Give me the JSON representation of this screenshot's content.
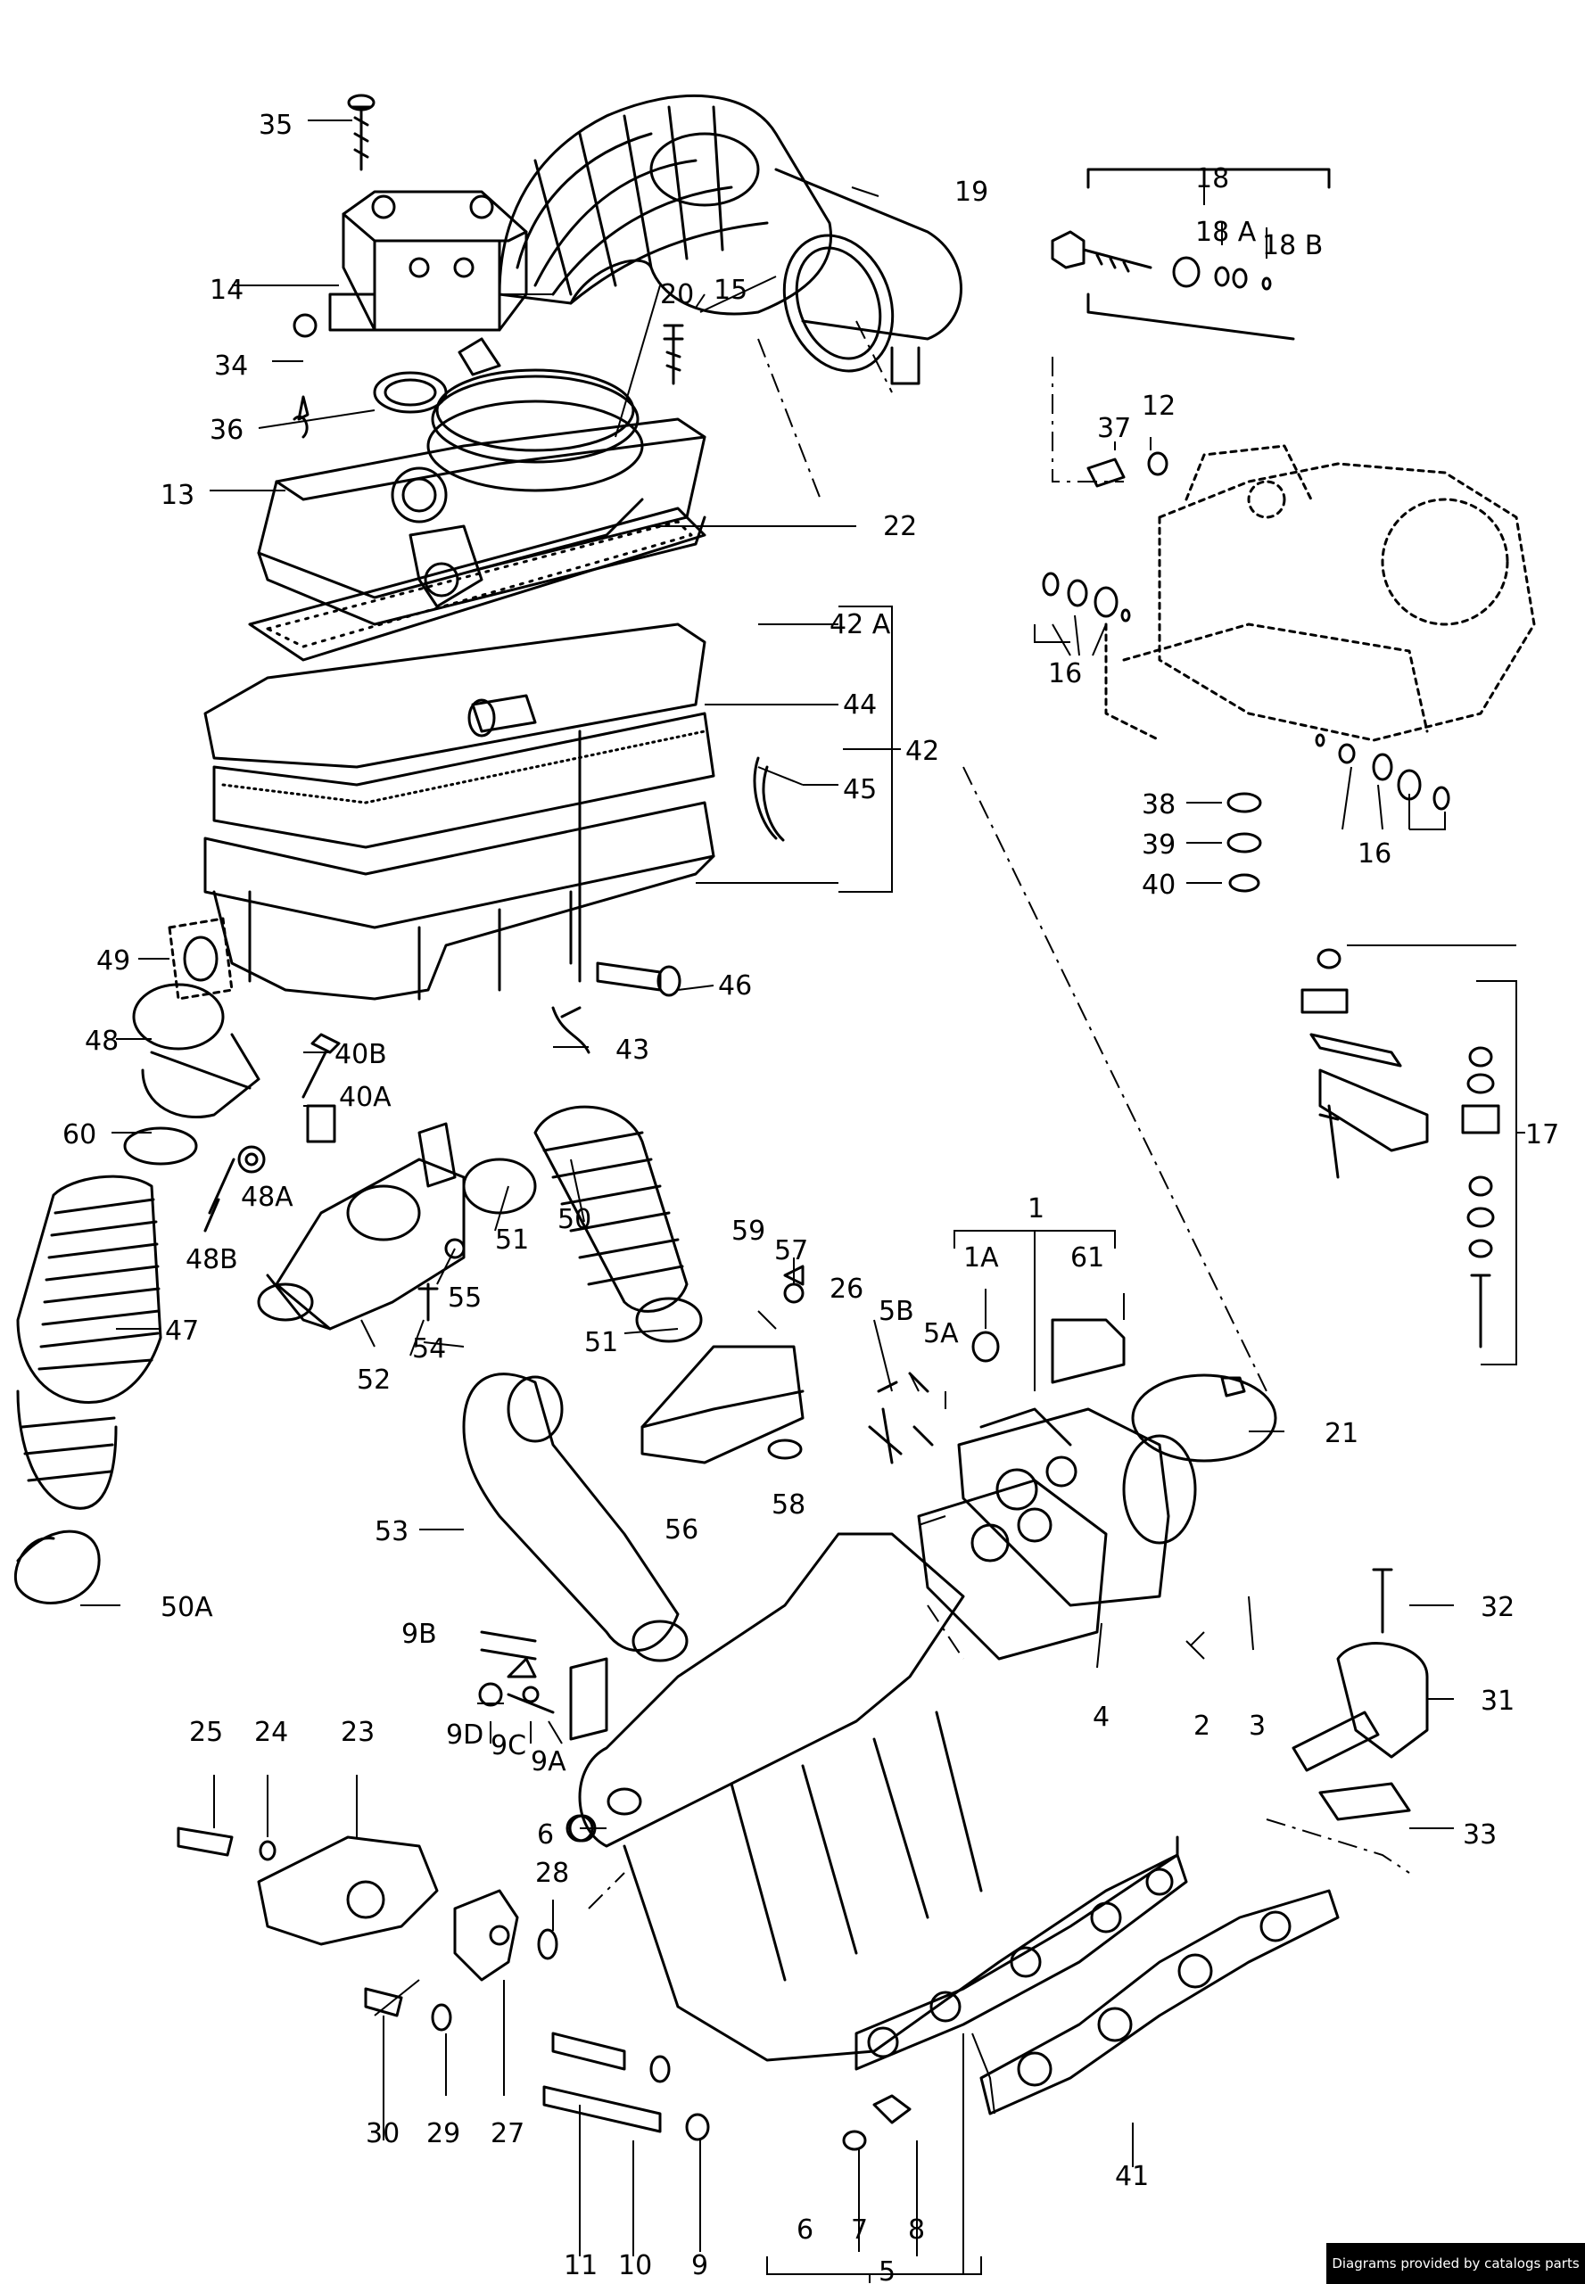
{
  "colors": {
    "ink": "#000000",
    "paper": "#ffffff"
  },
  "callouts": [
    "35",
    "19",
    "18",
    "18 A",
    "18 B",
    "14",
    "20",
    "15",
    "34",
    "36",
    "37",
    "12",
    "13",
    "22",
    "42 A",
    "16",
    "44",
    "42",
    "45",
    "38",
    "39",
    "40",
    "16",
    "49",
    "46",
    "48",
    "40B",
    "43",
    "40A",
    "60",
    "48A",
    "17",
    "50",
    "51",
    "1",
    "59",
    "57",
    "48B",
    "55",
    "26",
    "5B",
    "1A",
    "61",
    "47",
    "5A",
    "51",
    "54",
    "52",
    "21",
    "56",
    "58",
    "53",
    "50A",
    "32",
    "9B",
    "31",
    "4",
    "2",
    "3",
    "9D",
    "9C",
    "9A",
    "25",
    "24",
    "23",
    "33",
    "6",
    "28",
    "30",
    "29",
    "27",
    "41",
    "11",
    "10",
    "9",
    "6",
    "7",
    "8",
    "5"
  ],
  "credit": "Diagrams provided by catalogs parts"
}
